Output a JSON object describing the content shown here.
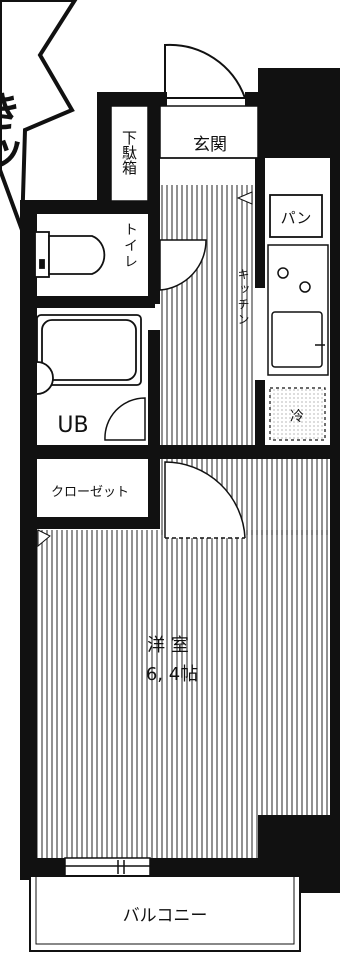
{
  "bubble": {
    "text": "きッ"
  },
  "rooms": {
    "entrance": "玄関",
    "shoe_box": "下駄箱",
    "toilet": "トイレ",
    "kitchen": "キッチン",
    "pan": "パン",
    "fridge": "冷",
    "unit_bath": "UB",
    "closet": "クローゼット",
    "western_room": "洋 室",
    "western_room_size": "6, 4帖",
    "balcony": "バルコニー"
  },
  "colors": {
    "wall": "#111111",
    "hatch": "#555555",
    "paper": "#ffffff"
  }
}
